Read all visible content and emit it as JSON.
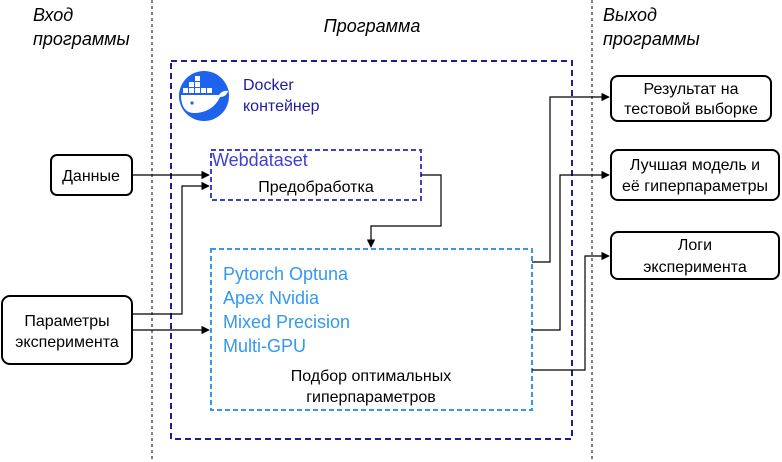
{
  "columns": {
    "input": [
      "Вход",
      "программы"
    ],
    "program": "Программа",
    "output": [
      "Выход",
      "программы"
    ]
  },
  "docker": {
    "logo": "docker-whale-icon",
    "label_lines": [
      "Docker",
      "контейнер"
    ],
    "color": "#1d1d9c"
  },
  "inputs": {
    "data": "Данные",
    "params": [
      "Параметры",
      "эксперимента"
    ]
  },
  "preprocess": {
    "tool": "Webdataset",
    "label": "Предобработка",
    "color": "#3f3fd0"
  },
  "training": {
    "tools": [
      "Pytorch Optuna",
      "Apex Nvidia",
      "Mixed Precision",
      "Multi-GPU"
    ],
    "label": [
      "Подбор оптимальных",
      "гиперпараметров"
    ],
    "color": "#3399ee"
  },
  "outputs": [
    {
      "lines": [
        "Результат на",
        "тестовой выборке"
      ]
    },
    {
      "lines": [
        "Лучшая модель и",
        "её гиперпараметры"
      ]
    },
    {
      "lines": [
        "Логи",
        "эксперимента"
      ]
    }
  ]
}
